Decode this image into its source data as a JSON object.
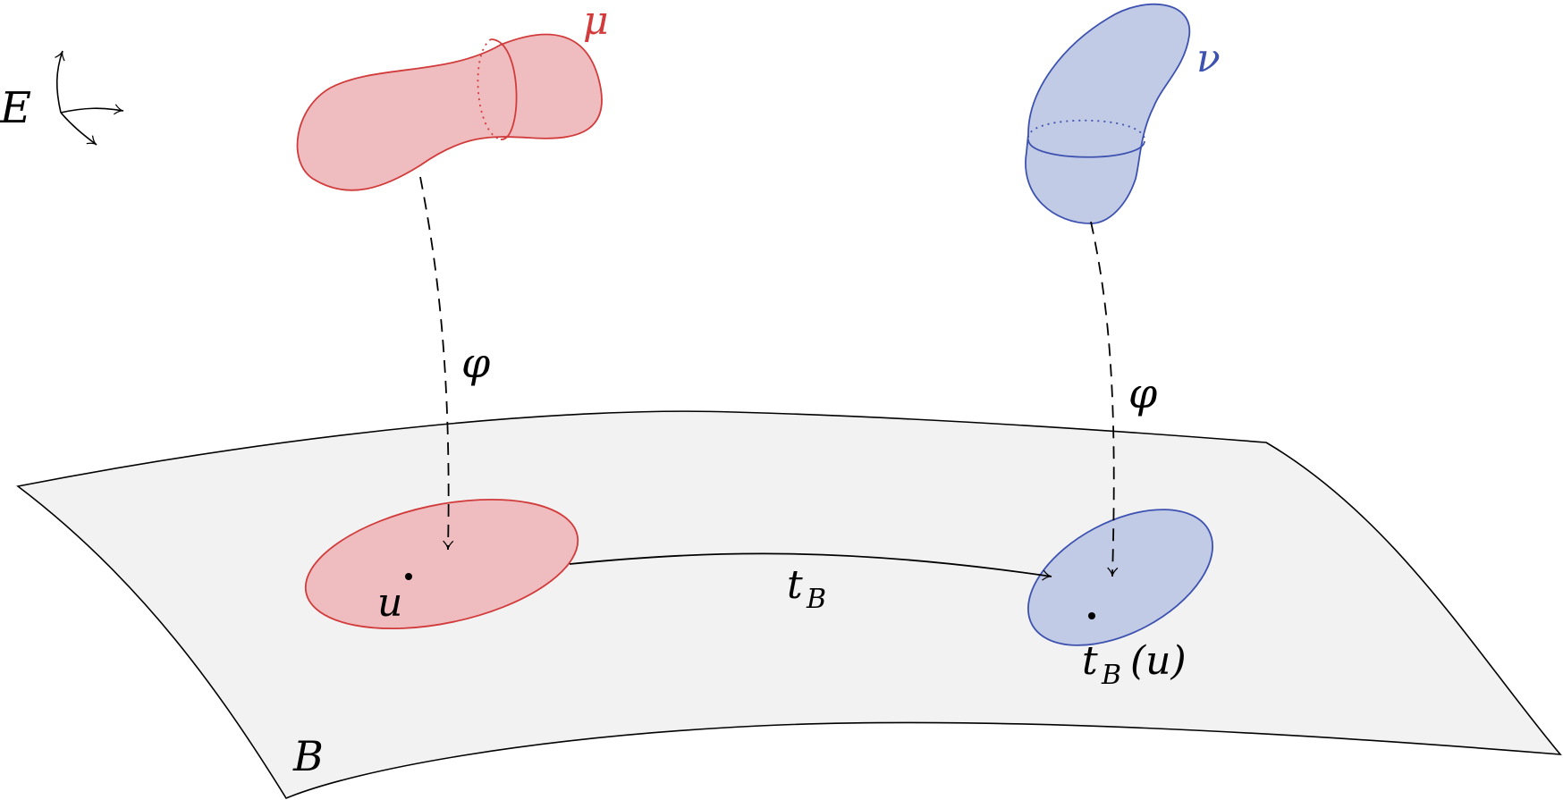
{
  "labels": {
    "fiber_space": "E",
    "base_space": "B",
    "measure_mu": "μ",
    "measure_nu": "ν",
    "projection_left": "φ",
    "projection_right": "φ",
    "transport_map": "t",
    "transport_map_sub": "B",
    "point_u": "u",
    "image_point_main": "t",
    "image_point_sub": "B",
    "image_point_arg": "(u)"
  },
  "colors": {
    "mu_fill": "#efbdbf",
    "mu_stroke": "#d23b3b",
    "nu_fill": "#c2cbe6",
    "nu_stroke": "#3d52b0",
    "base_fill": "#f2f2f2",
    "ink": "#000000"
  }
}
